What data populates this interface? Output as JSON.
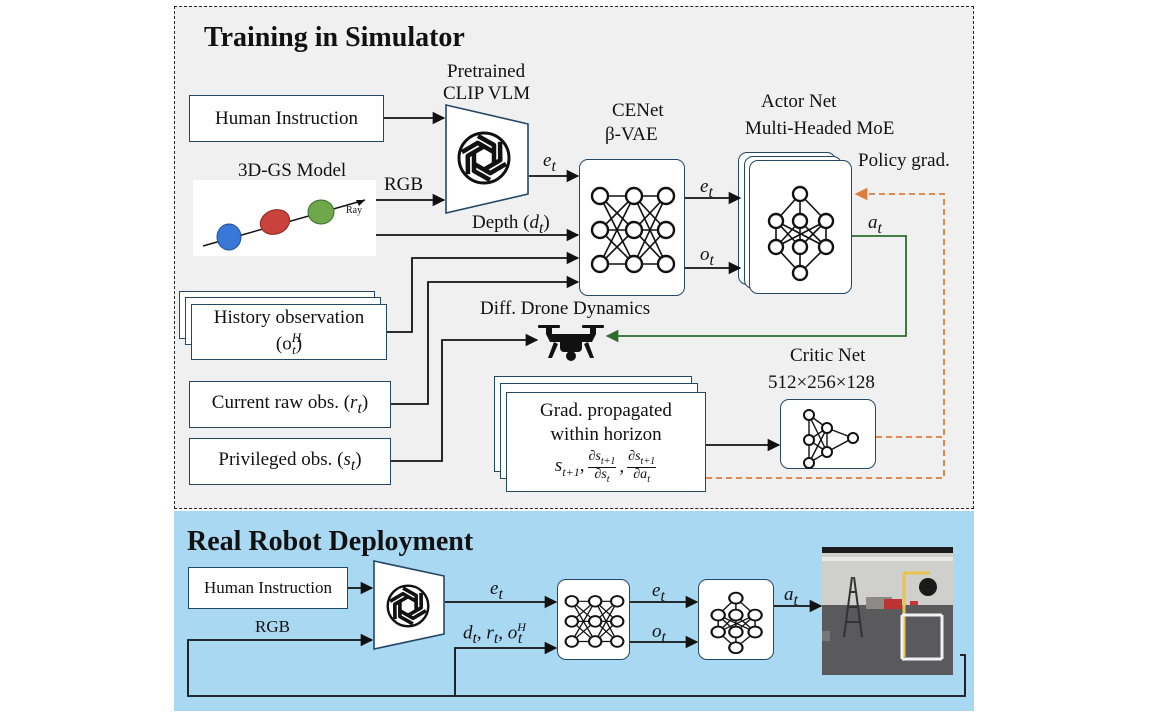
{
  "sim": {
    "title": "Training in Simulator",
    "human_instruction": "Human Instruction",
    "clip_title_1": "Pretrained",
    "clip_title_2": "CLIP VLM",
    "gs_model": "3D-GS Model",
    "ray": "Ray",
    "rgb": "RGB",
    "depth": "Depth (",
    "depth_var": "d",
    "depth_sub": "t",
    "depth_close": ")",
    "e_var": "e",
    "e_sub": "t",
    "o_var": "o",
    "o_sub": "t",
    "a_var": "a",
    "a_sub": "t",
    "cenet_1": "CENet",
    "cenet_2": "β-VAE",
    "actor_1": "Actor Net",
    "actor_2": "Multi-Headed MoE",
    "policy_grad": "Policy grad.",
    "history_1": "History observation",
    "history_2": "(o",
    "history_sup": "H",
    "history_sub": "t",
    "history_close": ")",
    "drone_dyn": "Diff. Drone Dynamics",
    "current_raw": "Current raw obs. (",
    "current_var": "r",
    "current_sub": "t",
    "current_close": ")",
    "privileged": "Privileged obs. (",
    "priv_var": "s",
    "priv_sub": "t",
    "priv_close": ")",
    "grad_1": "Grad. propagated",
    "grad_2": "within horizon",
    "grad_s": "s",
    "grad_s_sub": "t+1",
    "frac1_num": "∂s",
    "frac1_num_sub": "t+1",
    "frac1_den": "∂s",
    "frac1_den_sub": "t",
    "frac2_num": "∂s",
    "frac2_num_sub": "t+1",
    "frac2_den": "∂a",
    "frac2_den_sub": "t",
    "critic_1": "Critic Net",
    "critic_2": "512×256×128"
  },
  "real": {
    "title": "Real Robot Deployment",
    "human_instruction": "Human Instruction",
    "rgb": "RGB",
    "e_var": "e",
    "e_sub": "t",
    "o_var": "o",
    "o_sub": "t",
    "a_var": "a",
    "a_sub": "t",
    "obs_d": "d",
    "obs_r": "r",
    "obs_o": "o",
    "obs_sub": "t",
    "obs_sup": "H",
    "comma": ","
  },
  "colors": {
    "box_border": "#244766",
    "policy_grad_arrow": "#e07b39",
    "action_arrow": "#2e6b2e",
    "sim_bg": "#f0f0f0",
    "real_bg": "#a9d8f2"
  }
}
